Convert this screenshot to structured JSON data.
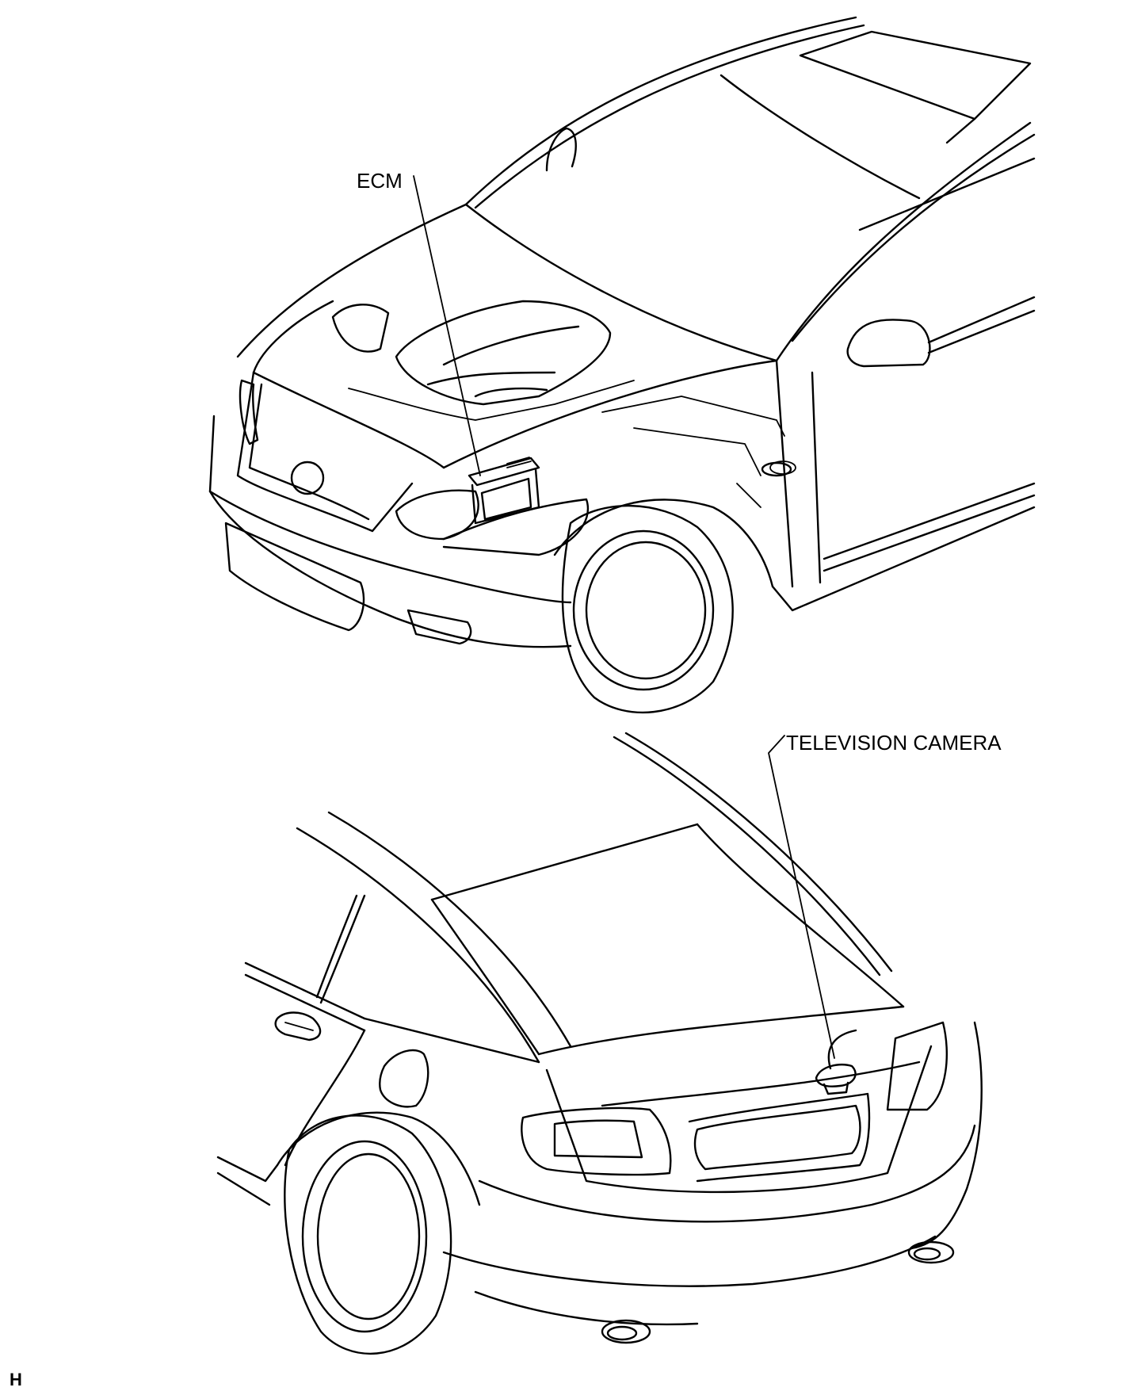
{
  "labels": {
    "ecm": "ECM",
    "television_camera": "TELEVISION CAMERA",
    "figure_code": "H"
  },
  "colors": {
    "line": "#000000",
    "background": "#ffffff"
  }
}
